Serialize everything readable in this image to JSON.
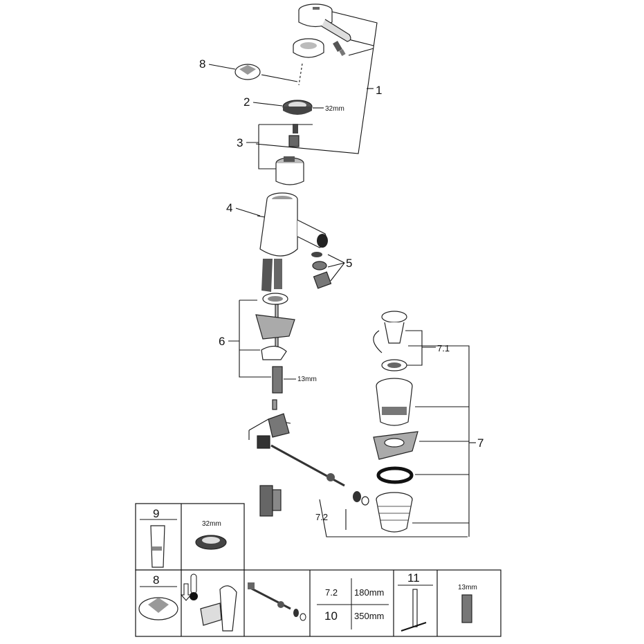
{
  "callouts": {
    "c1": "1",
    "c2": "2",
    "c3": "3",
    "c4": "4",
    "c5": "5",
    "c6": "6",
    "c7": "7",
    "c7_1": "7.1",
    "c7_2": "7.2",
    "c8": "8"
  },
  "dimensions": {
    "ring": "32mm",
    "cartridge_nut": "13mm"
  },
  "legend": {
    "cell_9": "9",
    "cell_9_dim": "32mm",
    "cell_8": "8",
    "table_row1_code": "7.2",
    "table_row1_val": "180mm",
    "table_row2_code": "10",
    "table_row2_val": "350mm",
    "cell_11": "11",
    "cell_13mm": "13mm"
  },
  "colors": {
    "line": "#111111",
    "part_fill": "#ffffff",
    "shade": "#9a9a9a",
    "dark": "#333333"
  },
  "icons": [
    "temperature-icon",
    "down-arrow-icon",
    "lever-icon"
  ]
}
